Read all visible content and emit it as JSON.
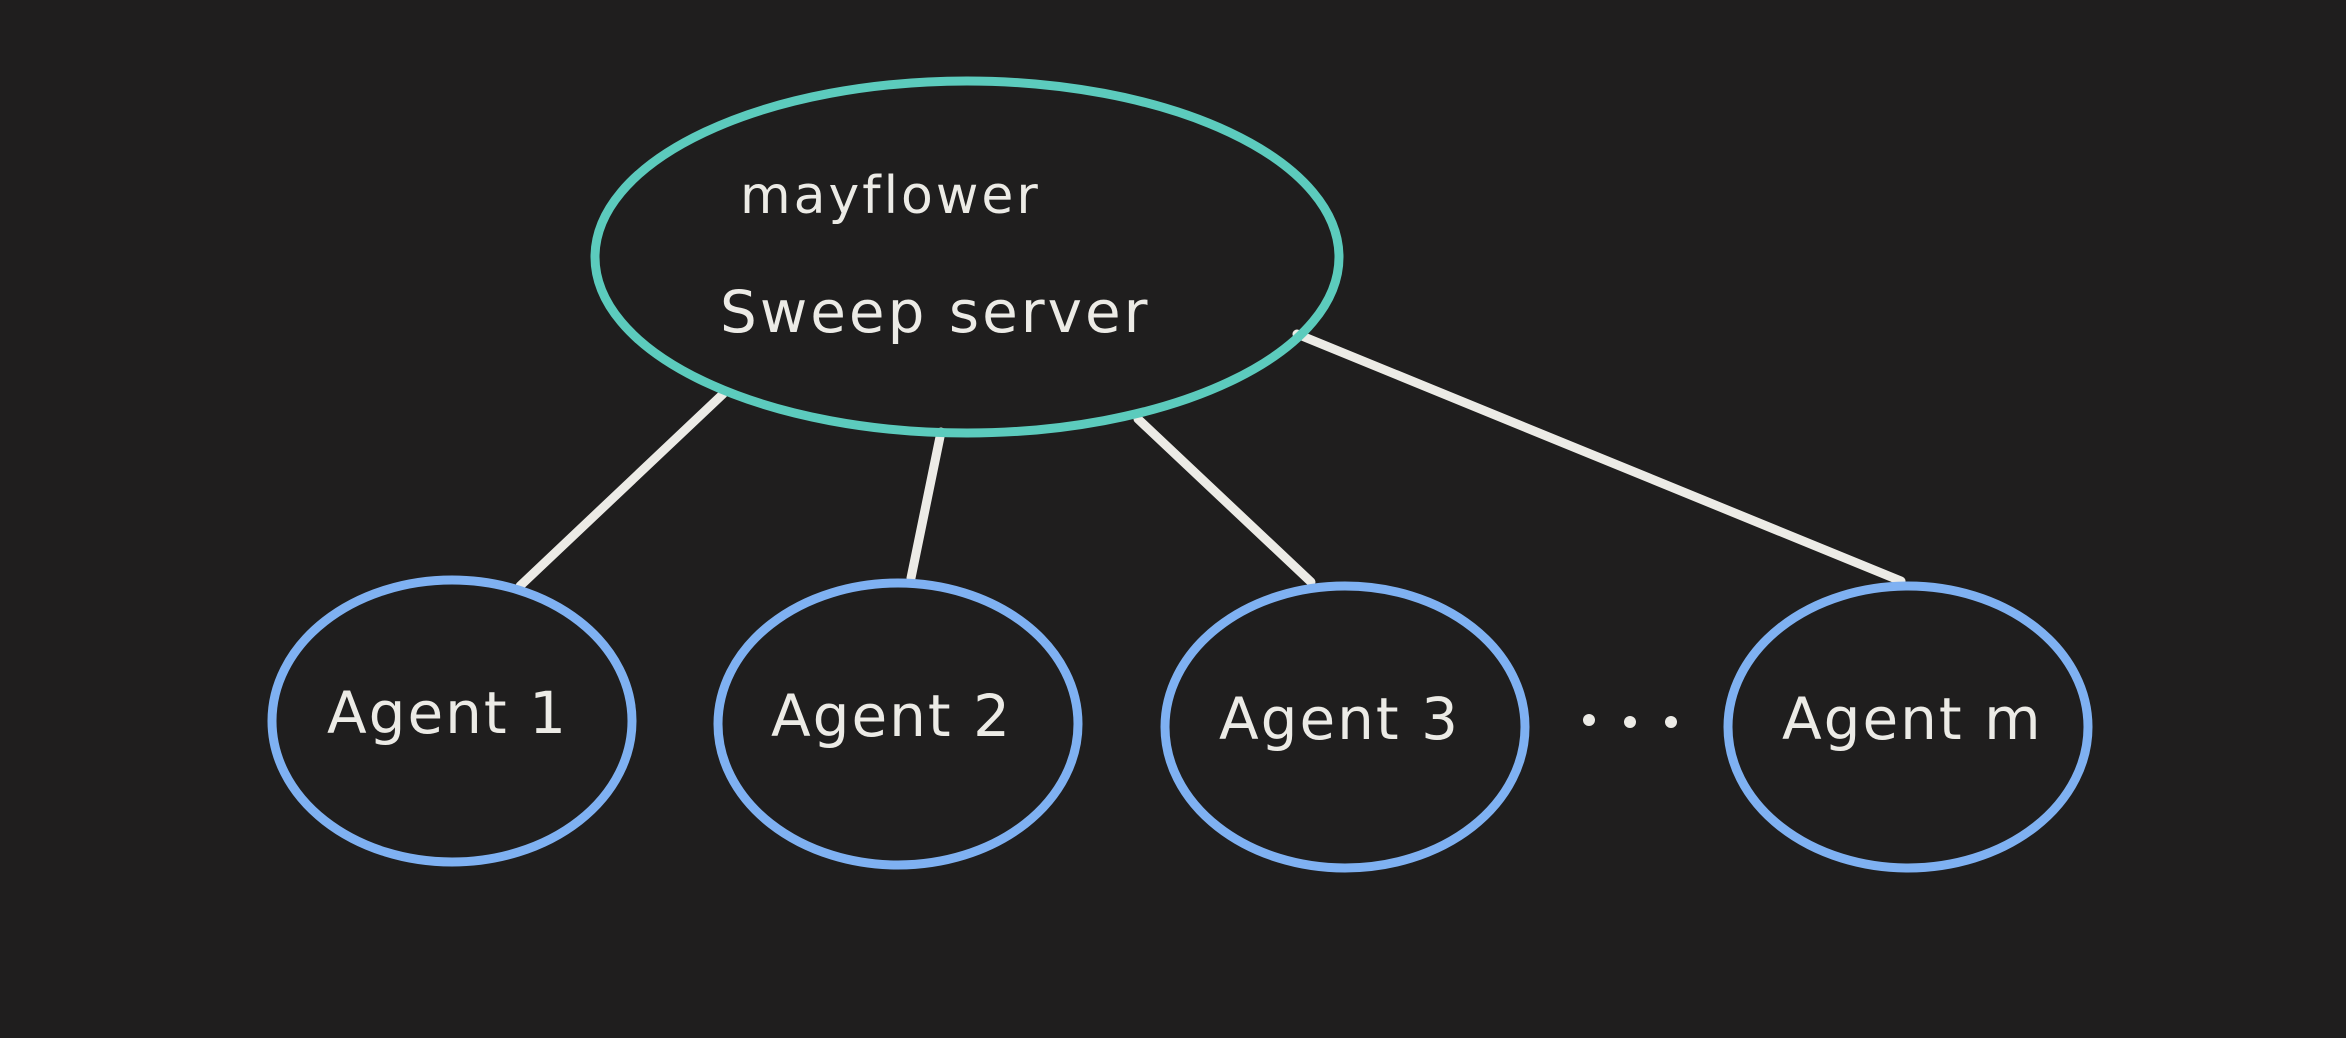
{
  "server": {
    "line1": "mayflower",
    "line2": "Sweep server",
    "stroke_color": "#5ccbbd"
  },
  "agents": [
    {
      "label": "Agent 1"
    },
    {
      "label": "Agent 2"
    },
    {
      "label": "Agent 3"
    },
    {
      "label": "Agent m"
    }
  ],
  "agent_stroke_color": "#7fb1f2",
  "edge_color": "#ecebe6",
  "background_color": "#1f1e1e",
  "ellipsis": "..."
}
